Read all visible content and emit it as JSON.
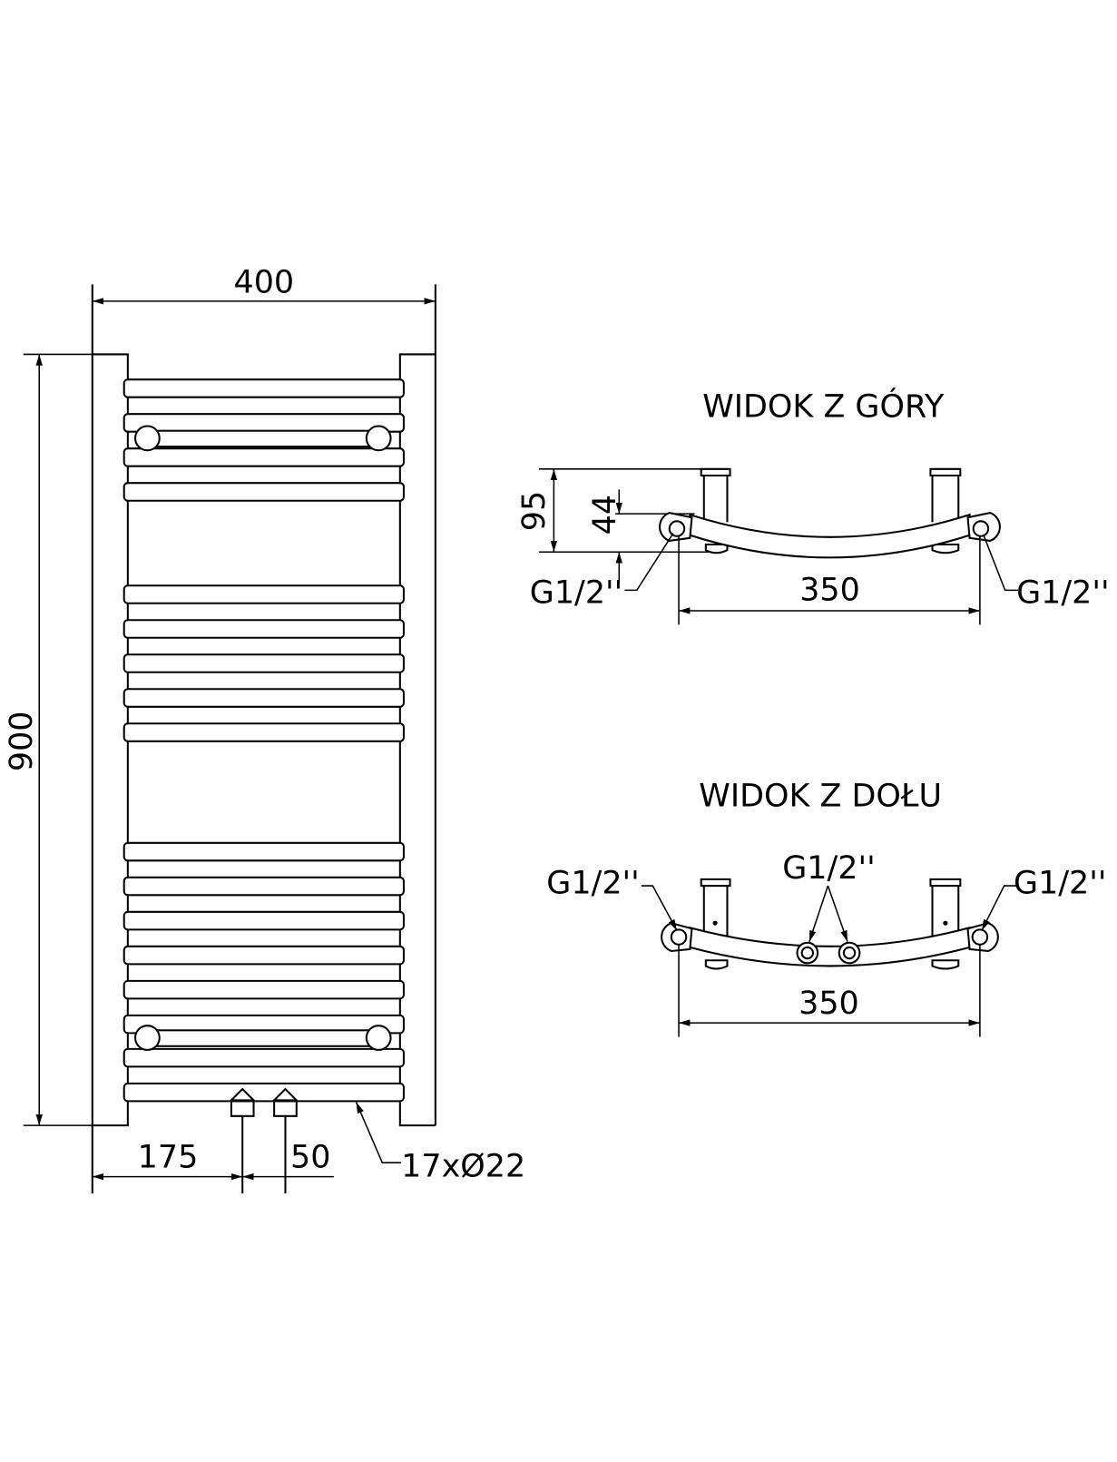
{
  "front_view": {
    "width_label": "400",
    "height_label": "900",
    "offset_label": "175",
    "spacing_label": "50",
    "tubes_label": "17xØ22",
    "tube_count": 17
  },
  "top_view": {
    "title": "WIDOK Z GÓRY",
    "depth_label": "95",
    "connection_depth_label": "44",
    "connection_spacing_label": "350",
    "left_connection_label": "G1/2''",
    "right_connection_label": "G1/2''"
  },
  "bottom_view": {
    "title": "WIDOK Z DOŁU",
    "connection_spacing_label": "350",
    "left_connection_label": "G1/2''",
    "middle_connection_label": "G1/2''",
    "right_connection_label": "G1/2''"
  }
}
